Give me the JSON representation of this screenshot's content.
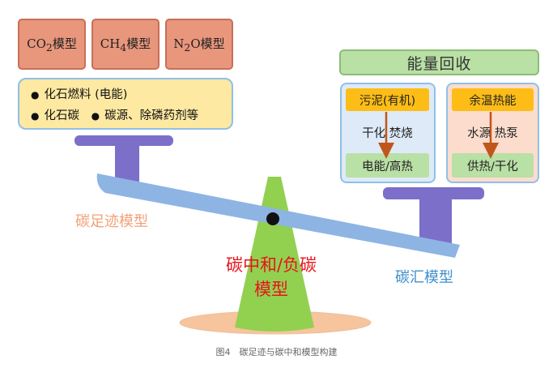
{
  "ghg_boxes": [
    {
      "base": "CO",
      "sub": "2",
      "suffix": "模型"
    },
    {
      "base": "CH",
      "sub": "4",
      "suffix": "模型"
    },
    {
      "base": "N",
      "sub": "2",
      "suffix": "O模型"
    }
  ],
  "footprint_sources": {
    "row1": {
      "item1": "化石燃料 (电能)"
    },
    "row2": {
      "item1": "化石碳",
      "item2": "碳源、除磷药剂等"
    }
  },
  "energy_recovery": {
    "title": "能量回收",
    "left": {
      "top": "污泥(有机)",
      "middle": "干化 焚烧",
      "bottom": "电能/高热"
    },
    "right": {
      "top": "余温热能",
      "middle": "水源 热泵",
      "bottom": "供热/干化"
    }
  },
  "labels": {
    "footprint": "碳足迹模型",
    "sink": "碳汇模型",
    "center_line1": "碳中和/负碳",
    "center_line2": "模型"
  },
  "caption": "图4　碳足迹与碳中和模型构建",
  "colors": {
    "ghg_box": "#e8967c",
    "source_box": "#fde9a2",
    "title_green": "#b9e0a5",
    "orange": "#fdbd16",
    "beam": "#8eb4e3",
    "stand": "#7b6fc9",
    "fulcrum": "#92d050",
    "base": "#f6c49d",
    "arrow": "#c0561a"
  }
}
